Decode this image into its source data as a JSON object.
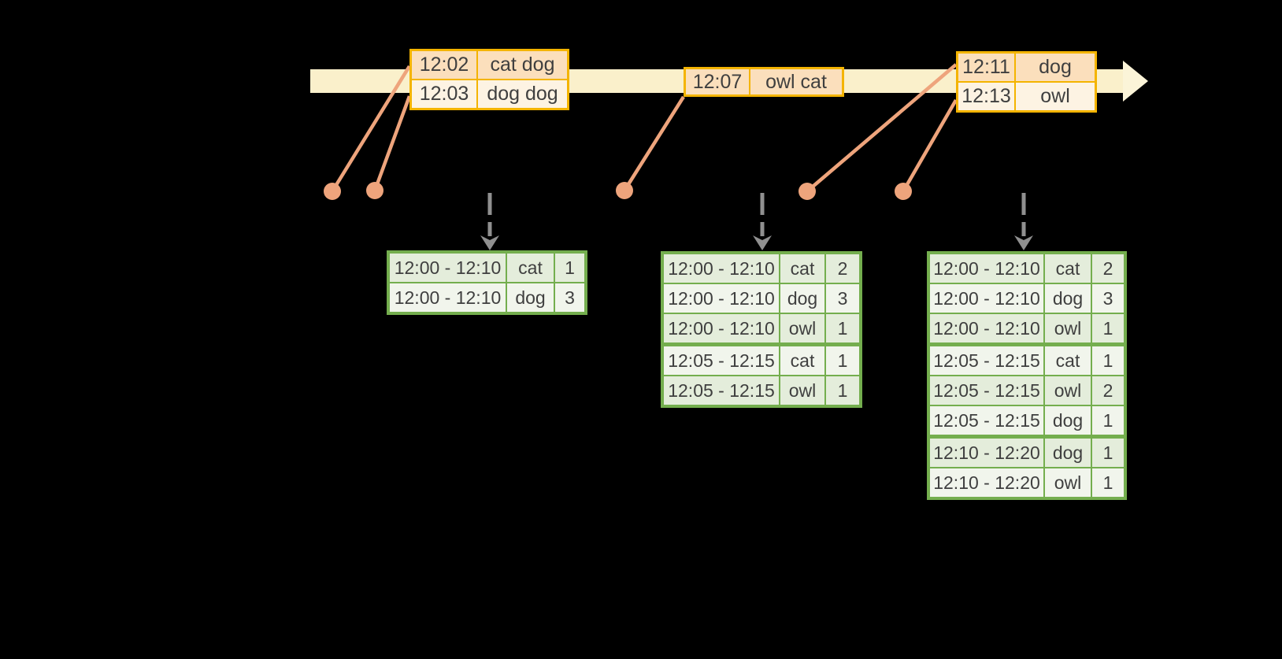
{
  "colors": {
    "background": "#000000",
    "timeline_bar": "#FAF0CB",
    "timeline_arrowhead": "#FBF4D8",
    "gold_border": "#F4B400",
    "event_row_dark": "#FBDFBC",
    "event_row_light": "#FDF3E3",
    "connector_salmon": "#EEA47C",
    "green_border": "#74AE4E",
    "result_row_dark": "#E4EDDB",
    "result_row_light": "#F1F5EC",
    "trigger_arrow_gray": "#909090",
    "text": "#3F3F3F"
  },
  "event_tables": [
    {
      "rows": [
        {
          "time": "12:02",
          "words": "cat dog"
        },
        {
          "time": "12:03",
          "words": "dog dog"
        }
      ]
    },
    {
      "rows": [
        {
          "time": "12:07",
          "words": "owl cat"
        }
      ]
    },
    {
      "rows": [
        {
          "time": "12:11",
          "words": "dog"
        },
        {
          "time": "12:13",
          "words": "owl"
        }
      ]
    }
  ],
  "result_tables": [
    {
      "rows": [
        {
          "window": "12:00 - 12:10",
          "word": "cat",
          "count": "1"
        },
        {
          "window": "12:00 - 12:10",
          "word": "dog",
          "count": "3"
        }
      ]
    },
    {
      "rows": [
        {
          "window": "12:00 - 12:10",
          "word": "cat",
          "count": "2"
        },
        {
          "window": "12:00 - 12:10",
          "word": "dog",
          "count": "3"
        },
        {
          "window": "12:00 - 12:10",
          "word": "owl",
          "count": "1"
        },
        {
          "window": "12:05 - 12:15",
          "word": "cat",
          "count": "1"
        },
        {
          "window": "12:05 - 12:15",
          "word": "owl",
          "count": "1"
        }
      ]
    },
    {
      "rows": [
        {
          "window": "12:00 - 12:10",
          "word": "cat",
          "count": "2"
        },
        {
          "window": "12:00 - 12:10",
          "word": "dog",
          "count": "3"
        },
        {
          "window": "12:00 - 12:10",
          "word": "owl",
          "count": "1"
        },
        {
          "window": "12:05 - 12:15",
          "word": "cat",
          "count": "1"
        },
        {
          "window": "12:05 - 12:15",
          "word": "owl",
          "count": "2"
        },
        {
          "window": "12:05 - 12:15",
          "word": "dog",
          "count": "1"
        },
        {
          "window": "12:10 - 12:20",
          "word": "dog",
          "count": "1"
        },
        {
          "window": "12:10 - 12:20",
          "word": "owl",
          "count": "1"
        }
      ]
    }
  ]
}
